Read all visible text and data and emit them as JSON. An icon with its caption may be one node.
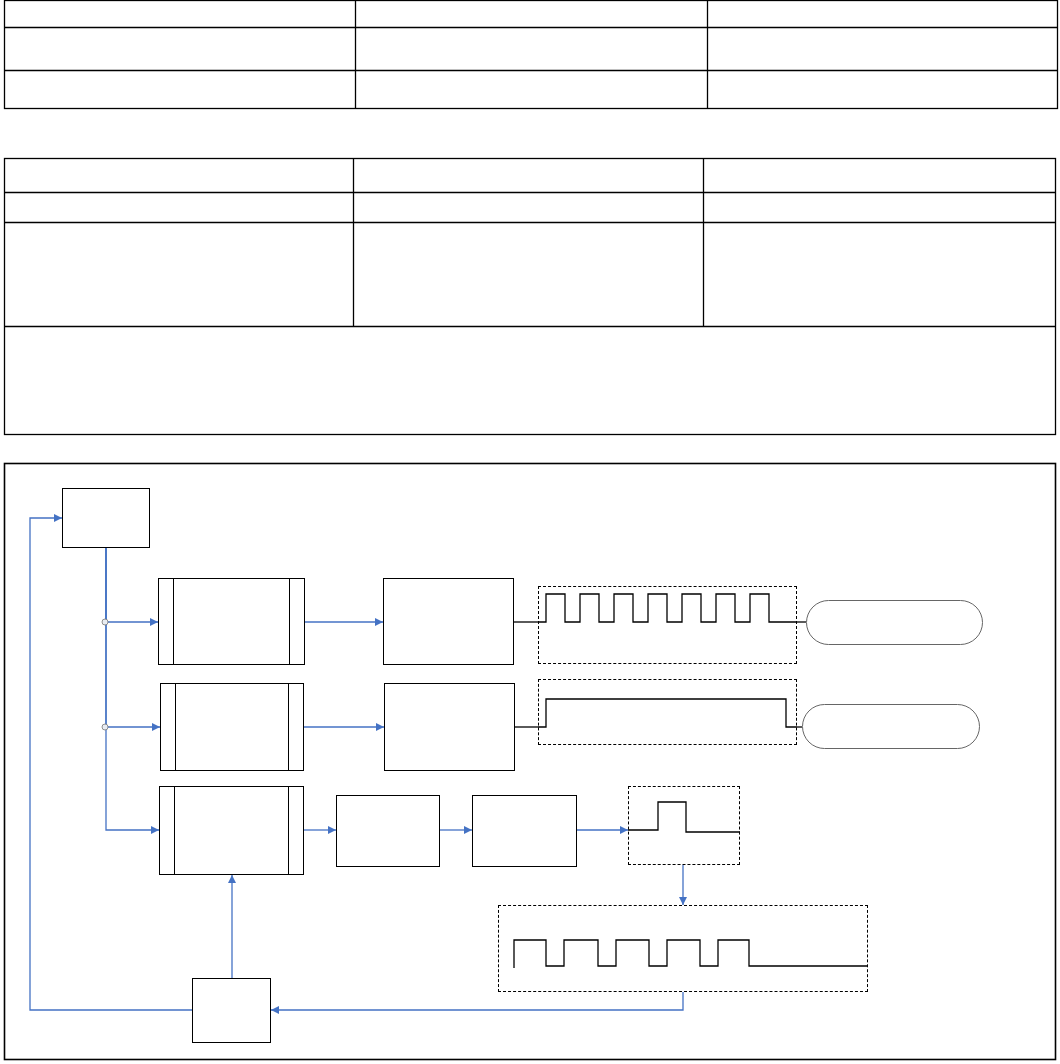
{
  "diagram": {
    "nodes": [
      {
        "text": [],
        "shape": "box"
      },
      {
        "text": [],
        "shape": "process"
      },
      {
        "text": [],
        "shape": "box"
      },
      {
        "text": [],
        "shape": "box"
      },
      {
        "text": [],
        "shape": "capsule"
      },
      {
        "text": [],
        "shape": "process"
      },
      {
        "text": [],
        "shape": "box"
      },
      {
        "text": [],
        "shape": "box"
      },
      {
        "text": [],
        "shape": "capsule"
      },
      {
        "text": [],
        "shape": "process"
      },
      {
        "text": [],
        "shape": "box"
      },
      {
        "text": [],
        "shape": "box"
      },
      {
        "text": [],
        "shape": "box"
      },
      {
        "text": [],
        "shape": "box"
      },
      {
        "text": [],
        "shape": "box"
      }
    ],
    "edges": [
      {
        "from": 14,
        "to": 0,
        "arrow": "to"
      },
      {
        "from": 0,
        "to": 1,
        "arrow": "to"
      },
      {
        "from": 0,
        "to": 5,
        "arrow": "to"
      },
      {
        "from": 0,
        "to": 9,
        "arrow": "to"
      },
      {
        "from": 1,
        "to": 2,
        "arrow": "to"
      },
      {
        "from": 5,
        "to": 6,
        "arrow": "to"
      },
      {
        "from": 9,
        "to": 10,
        "arrow": "to"
      },
      {
        "from": 10,
        "to": 11,
        "arrow": "to"
      },
      {
        "from": 11,
        "to": 12,
        "arrow": "to"
      },
      {
        "from": 12,
        "to": 13,
        "arrow": "to"
      },
      {
        "from": 13,
        "to": 14,
        "arrow": "to"
      },
      {
        "from": 14,
        "to": 9,
        "arrow": "to"
      },
      {
        "from": 2,
        "to": 3,
        "arrow": "none",
        "color": "#000000"
      },
      {
        "from": 3,
        "to": 4,
        "arrow": "none",
        "color": "#000000"
      },
      {
        "from": 6,
        "to": 7,
        "arrow": "none",
        "color": "#000000"
      },
      {
        "from": 7,
        "to": 8,
        "arrow": "none",
        "color": "#000000"
      }
    ]
  }
}
